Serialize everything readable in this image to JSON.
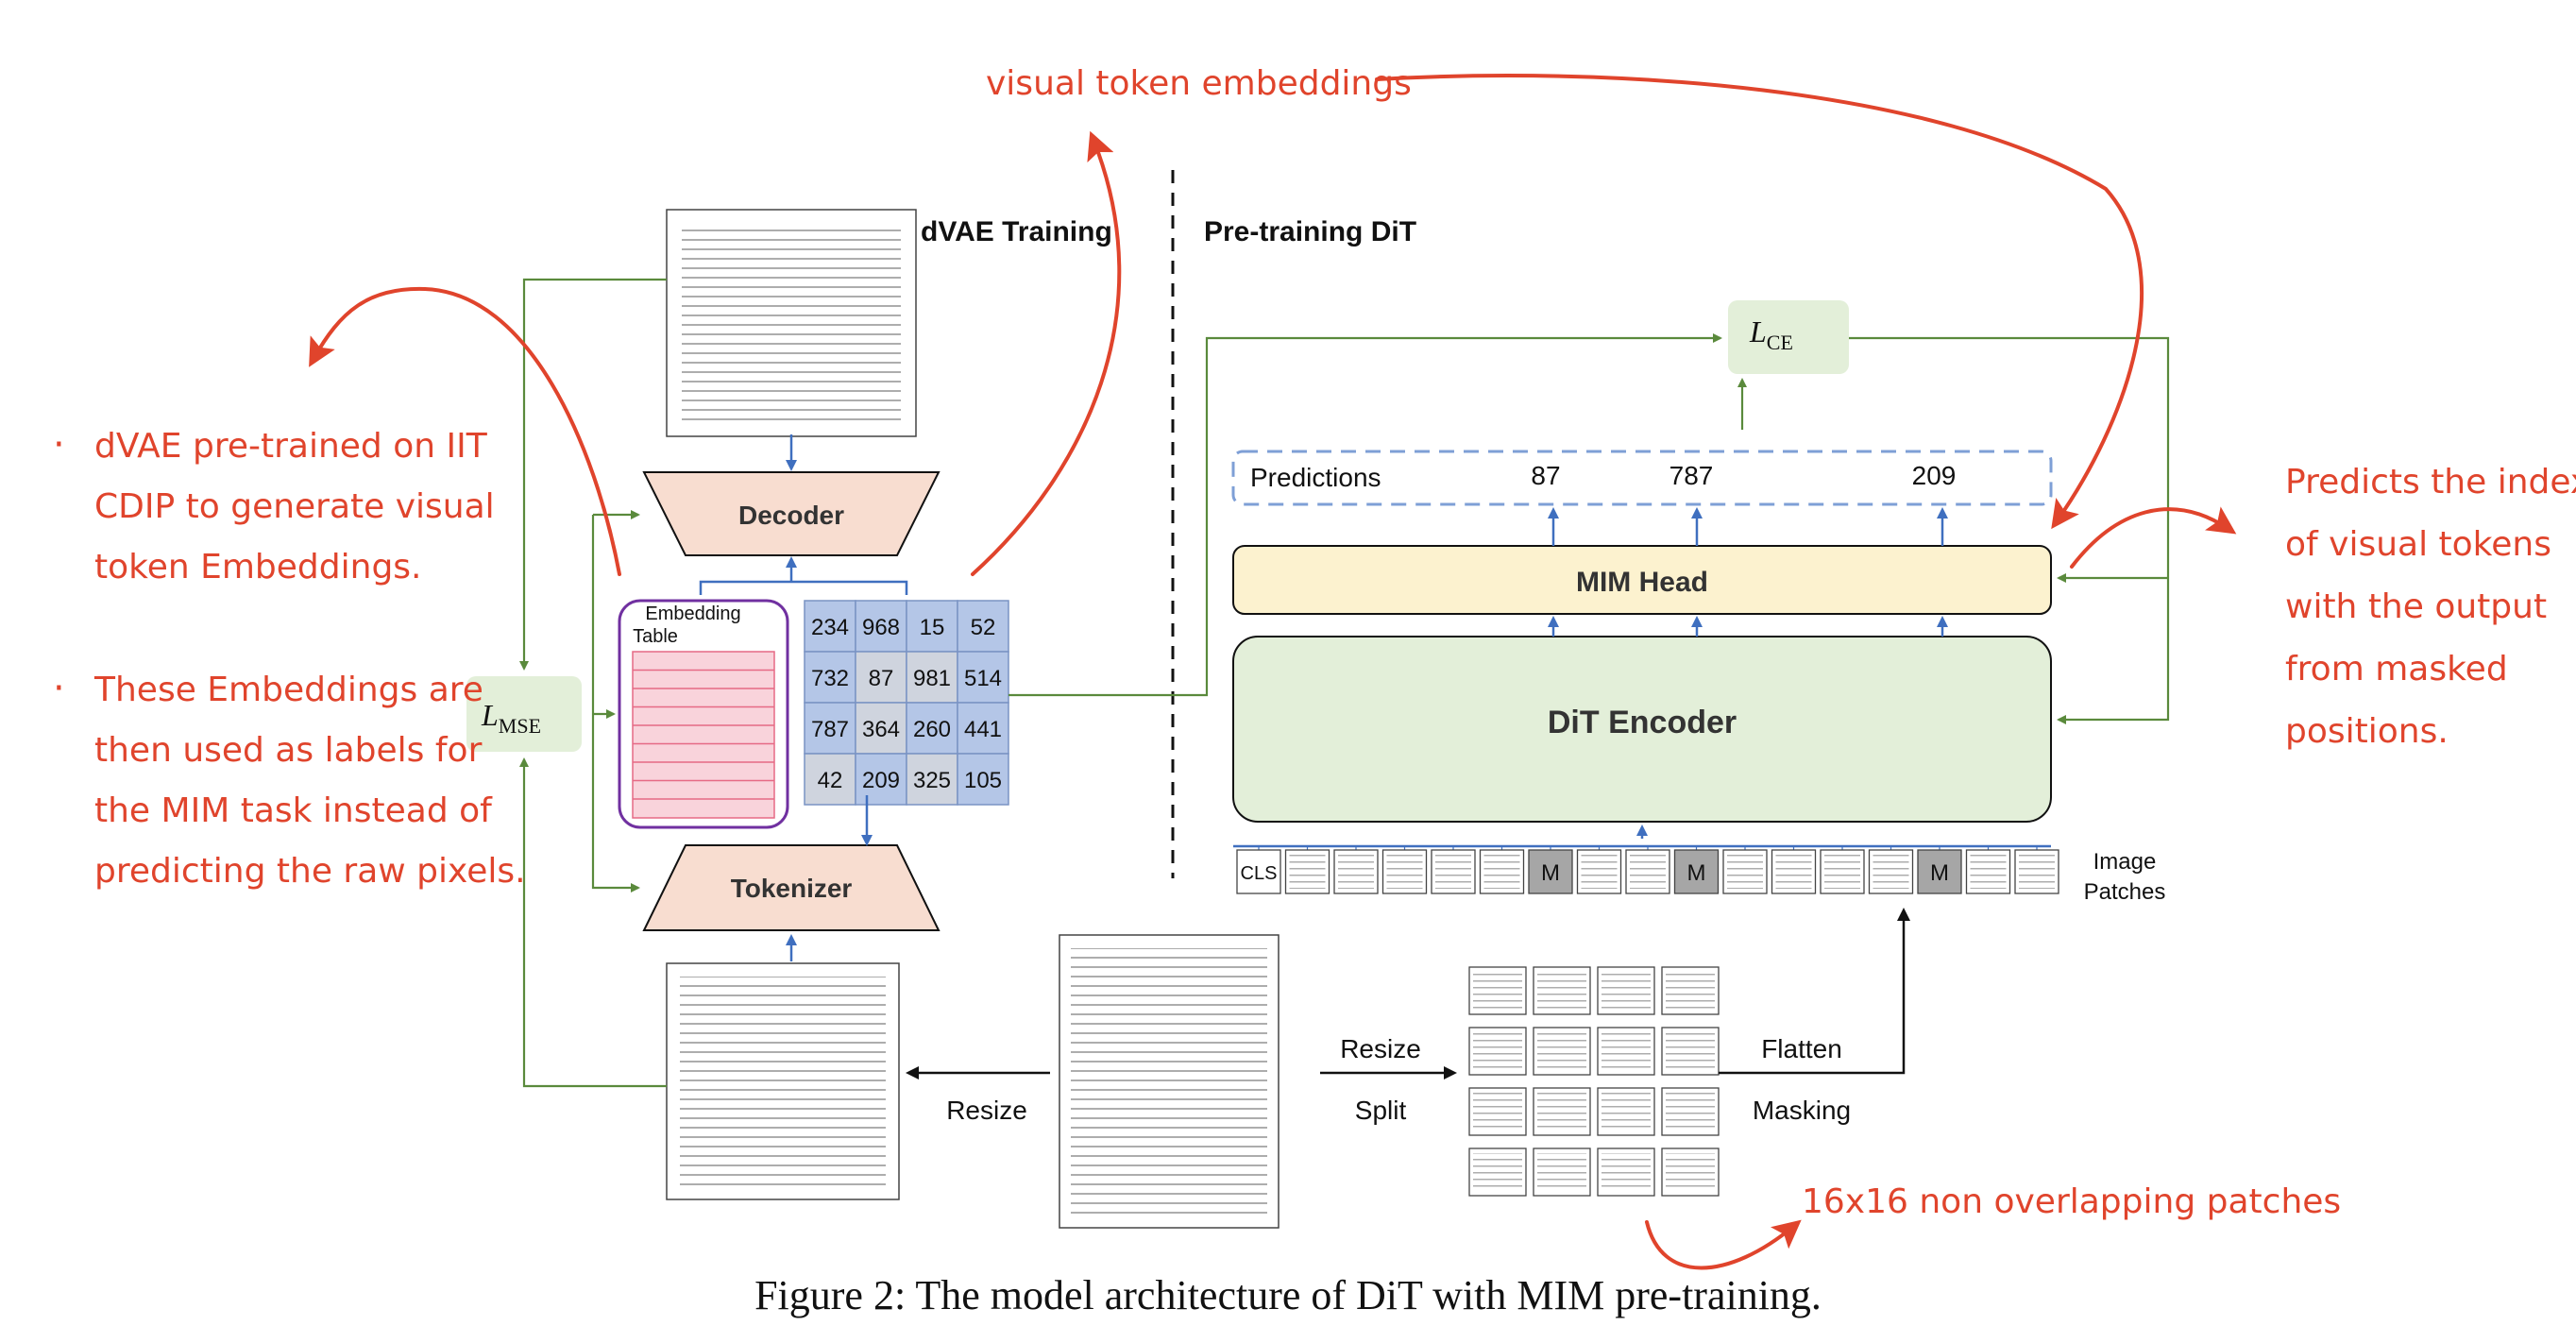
{
  "titles": {
    "dvae": "dVAE Training",
    "pretrain": "Pre-training DiT"
  },
  "annotations": {
    "visual_token_embeddings": "visual token embeddings",
    "predicts": [
      "Predicts the index",
      "of visual tokens",
      "with the output",
      "from masked",
      "positions."
    ],
    "patches_note": "16x16 non overlapping patches",
    "bullet1": [
      "dVAE pre-trained on IIT",
      "CDIP to generate visual",
      "token Embeddings."
    ],
    "bullet2": [
      "These Embeddings are",
      "then used as labels for",
      "the MIM task instead of",
      "predicting the raw pixels."
    ],
    "bullet_mark": "·"
  },
  "blocks": {
    "decoder": "Decoder",
    "tokenizer": "Tokenizer",
    "embedding_table": [
      "Embedding",
      "Table"
    ],
    "lmse": "L",
    "lmse_sub": "MSE",
    "lce": "L",
    "lce_sub": "CE",
    "mim_head": "MIM Head",
    "dit_encoder": "DiT Encoder"
  },
  "token_grid": [
    [
      "234",
      "968",
      "15",
      "52"
    ],
    [
      "732",
      "87",
      "981",
      "514"
    ],
    [
      "787",
      "364",
      "260",
      "441"
    ],
    [
      "42",
      "209",
      "325",
      "105"
    ]
  ],
  "predictions": {
    "label": "Predictions",
    "values": [
      "87",
      "787",
      "209"
    ]
  },
  "patch_row": {
    "cls": "CLS",
    "mask": "M",
    "caption": [
      "Image",
      "Patches"
    ]
  },
  "edge_labels": {
    "resize_left": "Resize",
    "resize": "Resize",
    "split": "Split",
    "flatten": "Flatten",
    "masking": "Masking"
  },
  "caption": "Figure 2: The model architecture of DiT with MIM pre-training.",
  "colors": {
    "green_line": "#5a8a3c",
    "blue_line": "#3f6fbf",
    "red": "#e0442c",
    "trap_fill": "#f8ddd0",
    "green_fill": "#e3efd9",
    "yellow_fill": "#fcf2cf",
    "grid_fill": "#b4c6e7",
    "grid_gray": "#cfd4de",
    "purple": "#7030a0",
    "pink": "#f9d3db"
  }
}
